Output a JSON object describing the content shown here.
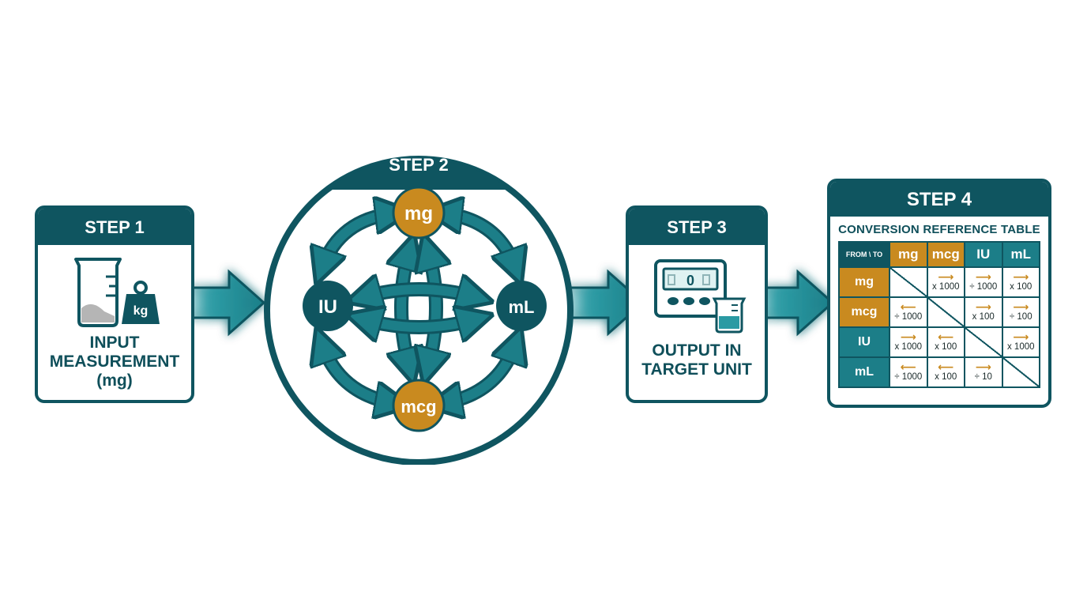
{
  "steps": {
    "step1": {
      "label": "STEP 1",
      "caption": [
        "INPUT",
        "MEASUREMENT",
        "(mg)"
      ],
      "weight_label": "kg"
    },
    "step2": {
      "label": "STEP 2",
      "units": {
        "top": "mg",
        "bottom": "mcg",
        "left": "IU",
        "right": "mL"
      }
    },
    "step3": {
      "label": "STEP 3",
      "caption": [
        "OUTPUT IN",
        "TARGET UNIT"
      ],
      "display_value": "0"
    },
    "step4": {
      "label": "STEP 4",
      "table_title": "CONVERSION REFERENCE TABLE"
    }
  },
  "table": {
    "corner": "FROM \\ TO",
    "columns": [
      "mg",
      "mcg",
      "IU",
      "mL"
    ],
    "rows": [
      {
        "name": "mg",
        "cells": [
          null,
          {
            "dir": "right",
            "text": "x 1000"
          },
          {
            "dir": "right",
            "text": "÷ 1000"
          },
          {
            "dir": "right",
            "text": "x 100"
          }
        ]
      },
      {
        "name": "mcg",
        "cells": [
          {
            "dir": "left",
            "text": "÷ 1000"
          },
          null,
          {
            "dir": "right",
            "text": "x 100"
          },
          {
            "dir": "right",
            "text": "÷ 100"
          }
        ]
      },
      {
        "name": "IU",
        "cells": [
          {
            "dir": "right",
            "text": "x 1000"
          },
          {
            "dir": "left",
            "text": "x 100"
          },
          null,
          {
            "dir": "right",
            "text": "x 1000"
          }
        ]
      },
      {
        "name": "mL",
        "cells": [
          {
            "dir": "left",
            "text": "÷ 1000"
          },
          {
            "dir": "left",
            "text": "x 100"
          },
          {
            "dir": "right",
            "text": "÷ 10"
          },
          null
        ]
      }
    ],
    "column_colors": [
      "gold",
      "gold",
      "teal",
      "teal"
    ],
    "row_colors": [
      "gold",
      "gold",
      "teal",
      "teal"
    ]
  },
  "icons": {
    "step1": [
      "beaker-icon",
      "weight-icon"
    ],
    "step3": [
      "digital-scale-icon",
      "beaker-icon"
    ]
  },
  "colors": {
    "teal_dark": "#0f5560",
    "teal": "#1c7e88",
    "gold": "#c98a1f",
    "glow": "#7fe3ea"
  }
}
